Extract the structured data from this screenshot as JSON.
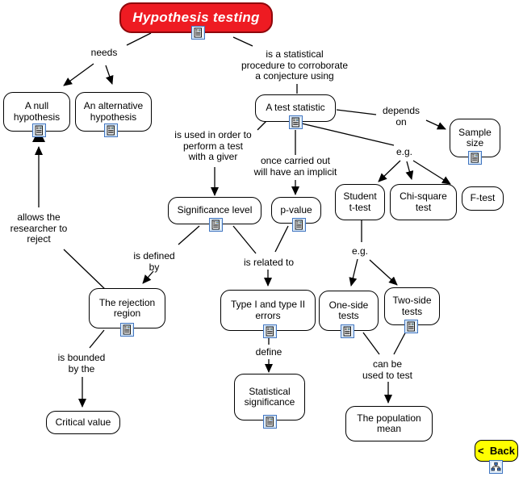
{
  "diagram": {
    "title": {
      "label": "Hypothesis testing"
    },
    "nodes": {
      "null_hypothesis": {
        "label": "A null\nhypothesis"
      },
      "alternative_hypothesis": {
        "label": "An alternative\nhypothesis"
      },
      "test_statistic": {
        "label": "A test statistic"
      },
      "sample_size": {
        "label": "Sample\nsize"
      },
      "student_t_test": {
        "label": "Student\nt-test"
      },
      "chi_square_test": {
        "label": "Chi-square\ntest"
      },
      "f_test": {
        "label": "F-test"
      },
      "significance_level": {
        "label": "Significance level"
      },
      "p_value": {
        "label": "p-value"
      },
      "rejection_region": {
        "label": "The rejection\nregion"
      },
      "type_errors": {
        "label": "Type I and type II\nerrors"
      },
      "one_side_tests": {
        "label": "One-side\ntests"
      },
      "two_side_tests": {
        "label": "Two-side\ntests"
      },
      "critical_value": {
        "label": "Critical value"
      },
      "statistical_significance": {
        "label": "Statistical\nsignificance"
      },
      "population_mean": {
        "label": "The population\nmean"
      }
    },
    "link_labels": {
      "needs": "needs",
      "is_statistical": "is a statistical\nprocedure to corroborate\na conjecture using",
      "depends_on": "depends\non",
      "eg1": "e.g.",
      "is_used": "is used in order to\nperform a test\nwith a giver",
      "once_carried": "once carried out\nwill have an implicit",
      "allows": "allows the\nresearcher to\nreject",
      "is_defined": "is defined\nby",
      "is_related": "is related to",
      "eg2": "e.g.",
      "is_bounded": "is bounded\nby the",
      "define": "define",
      "can_be": "can be\nused to test"
    },
    "back_button": {
      "label": "<  Back"
    },
    "icons": {
      "resource": "page-with-image-icon",
      "null_hypothesis_stand": "monitor-stand",
      "back": "sitemap-icon"
    },
    "colors": {
      "title_bg": "#ee1b22",
      "title_border": "#8f070b",
      "title_text": "#ffffff",
      "node_bg": "#ffffff",
      "node_border": "#000000",
      "back_bg": "#ffff00",
      "icon_border": "#3f74c0",
      "line": "#000000"
    }
  }
}
